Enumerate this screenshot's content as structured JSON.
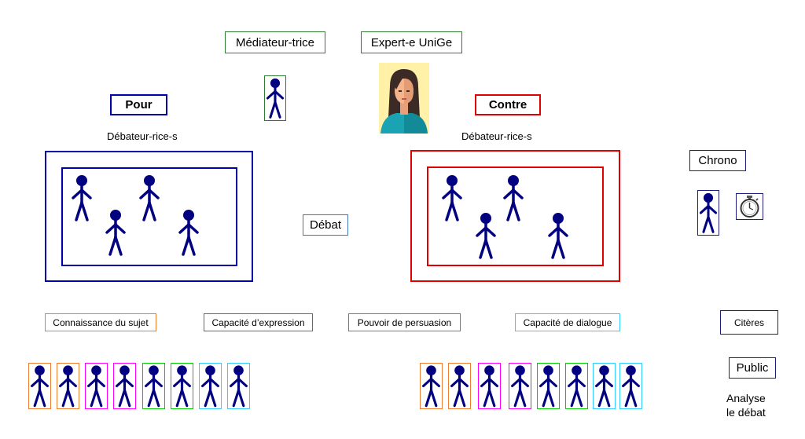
{
  "roles": {
    "mediator": "Médiateur-trice",
    "expert": "Expert-e UniGe",
    "pour": "Pour",
    "contre": "Contre",
    "debaters_left": "Débateur-rice-s",
    "debaters_right": "Débateur-rice-s",
    "debat": "Débat",
    "chrono": "Chrono"
  },
  "criteria": {
    "items": [
      {
        "label": "Connaissance du sujet",
        "color": "#ed7d31"
      },
      {
        "label": "Capacité d’expression",
        "color": "#ff00ff"
      },
      {
        "label": "Pouvoir de persuasion",
        "color": "#00cc00"
      },
      {
        "label": "Capacité de dialogue",
        "color": "#33ccff"
      }
    ],
    "box_label": "Citères"
  },
  "public": {
    "label": "Public",
    "caption_line1": "Analyse",
    "caption_line2": "le débat"
  },
  "colors": {
    "figure": "#000080",
    "pour": "#0000aa",
    "contre": "#e00000",
    "mediator_border": "#2e7d32",
    "expert_border": "#2e7d32",
    "navy_border": "#1f1f7a",
    "expert_bg": "#fff2a8"
  },
  "icons": {
    "person": "person-icon",
    "stopwatch": "stopwatch-icon",
    "portrait": "expert-portrait"
  }
}
